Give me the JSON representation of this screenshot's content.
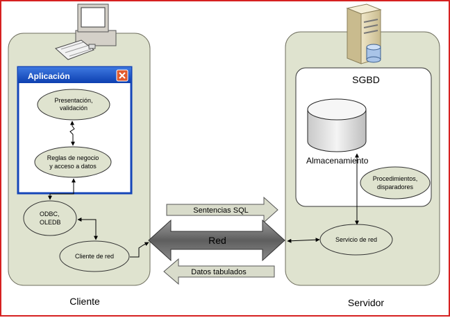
{
  "colors": {
    "frame": "#d62020",
    "panel_fill": "#dfe3cf",
    "panel_stroke": "#6e6e5e",
    "node_fill": "#dfe3cf",
    "window_title": "#1546b8",
    "close_button": "#e25a2c",
    "arrow_fill": "#d9dccb",
    "red_band": "#6d6d6d"
  },
  "client": {
    "label": "Cliente",
    "window_title": "Aplicación",
    "presentation": [
      "Presentación,",
      "validación"
    ],
    "business": [
      "Reglas de negocio",
      "y acceso a datos"
    ],
    "odbc": [
      "ODBC,",
      "OLEDB"
    ],
    "network_client": "Cliente de red",
    "icons": [
      "desktop-computer-icon",
      "close-icon"
    ]
  },
  "server": {
    "label": "Servidor",
    "dbms_title": "SGBD",
    "storage": "Almacenamiento",
    "procedures": [
      "Procedimientos,",
      "disparadores"
    ],
    "network_service": "Servicio de red",
    "icons": [
      "server-tower-icon",
      "database-cylinder-icon"
    ]
  },
  "network": {
    "sql_arrow": "Sentencias SQL",
    "band": "Red",
    "data_arrow": "Datos tabulados"
  }
}
